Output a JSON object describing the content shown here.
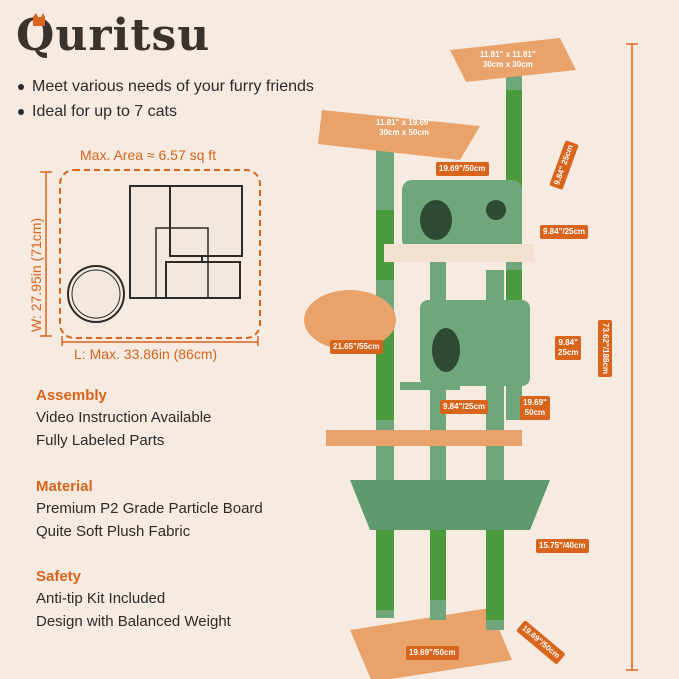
{
  "brand": {
    "name": "Quritsu"
  },
  "bullets": [
    "Meet various needs of your furry friends",
    "Ideal for up to 7 cats"
  ],
  "area": {
    "title": "Max. Area ≈ 6.57 sq ft",
    "width_label": "W: 27.95in (71cm)",
    "length_label": "L: Max. 33.86in (86cm)"
  },
  "sections": [
    {
      "heading": "Assembly",
      "lines": [
        "Video Instruction Available",
        "Fully Labeled Parts"
      ]
    },
    {
      "heading": "Material",
      "lines": [
        "Premium P2 Grade Particle Board",
        "Quite Soft Plush Fabric"
      ]
    },
    {
      "heading": "Safety",
      "lines": [
        "Anti-tip Kit Included",
        "Design with Balanced Weight"
      ]
    }
  ],
  "dimensions": {
    "top_perch_1": "11.81\" x 11.81\"",
    "top_perch_1_cm": "30cm x 30cm",
    "top_perch_2": "11.81\" x 19.69\"",
    "top_perch_2_cm": "30cm x 50cm",
    "ball_bar": "19.69\"/50cm",
    "small_9_84": "9.84\"",
    "small_25cm": "25cm",
    "condo1_height": "9.84\"/25cm",
    "basket": "21.65\"/55cm",
    "condo2_height_in": "9.84\"",
    "condo2_height_cm": "25cm",
    "condo2_width": "9.84\"/25cm",
    "condo2_depth_in": "19.69\"",
    "condo2_depth_cm": "50cm",
    "hammock_height": "15.75\"/40cm",
    "total_height": "73.62\"/188cm",
    "base_width": "19.69\"/50cm",
    "base_depth": "19.69\"/50cm"
  },
  "colors": {
    "accent": "#d9641c",
    "green": "#5f9a6d",
    "sisal_green": "#4b9b3e",
    "plush_orange": "#e9a26a"
  }
}
